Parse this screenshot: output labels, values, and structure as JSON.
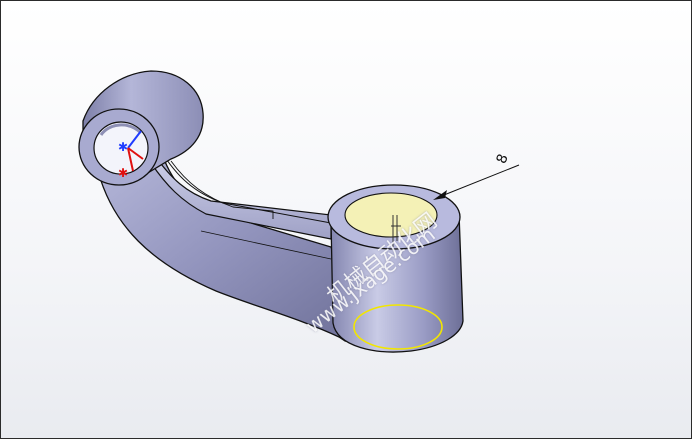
{
  "viewport": {
    "background_top": "#ffffff",
    "background_bottom": "#e9ebf0"
  },
  "model": {
    "body_color": "#8f91b8",
    "body_shade": "#6e7098",
    "highlight_face_color": "#f4f1b6",
    "edge_color": "#111111",
    "selection_edge_color": "#f2e600"
  },
  "dimension": {
    "value": "8",
    "arrow_color": "#111111"
  },
  "triad": {
    "x_color": "#e01010",
    "y_color": "#1f3cff",
    "z_color": "#1f3cff"
  },
  "watermark": {
    "line1": "机械自动化网",
    "line2": "www.jxage.com"
  }
}
